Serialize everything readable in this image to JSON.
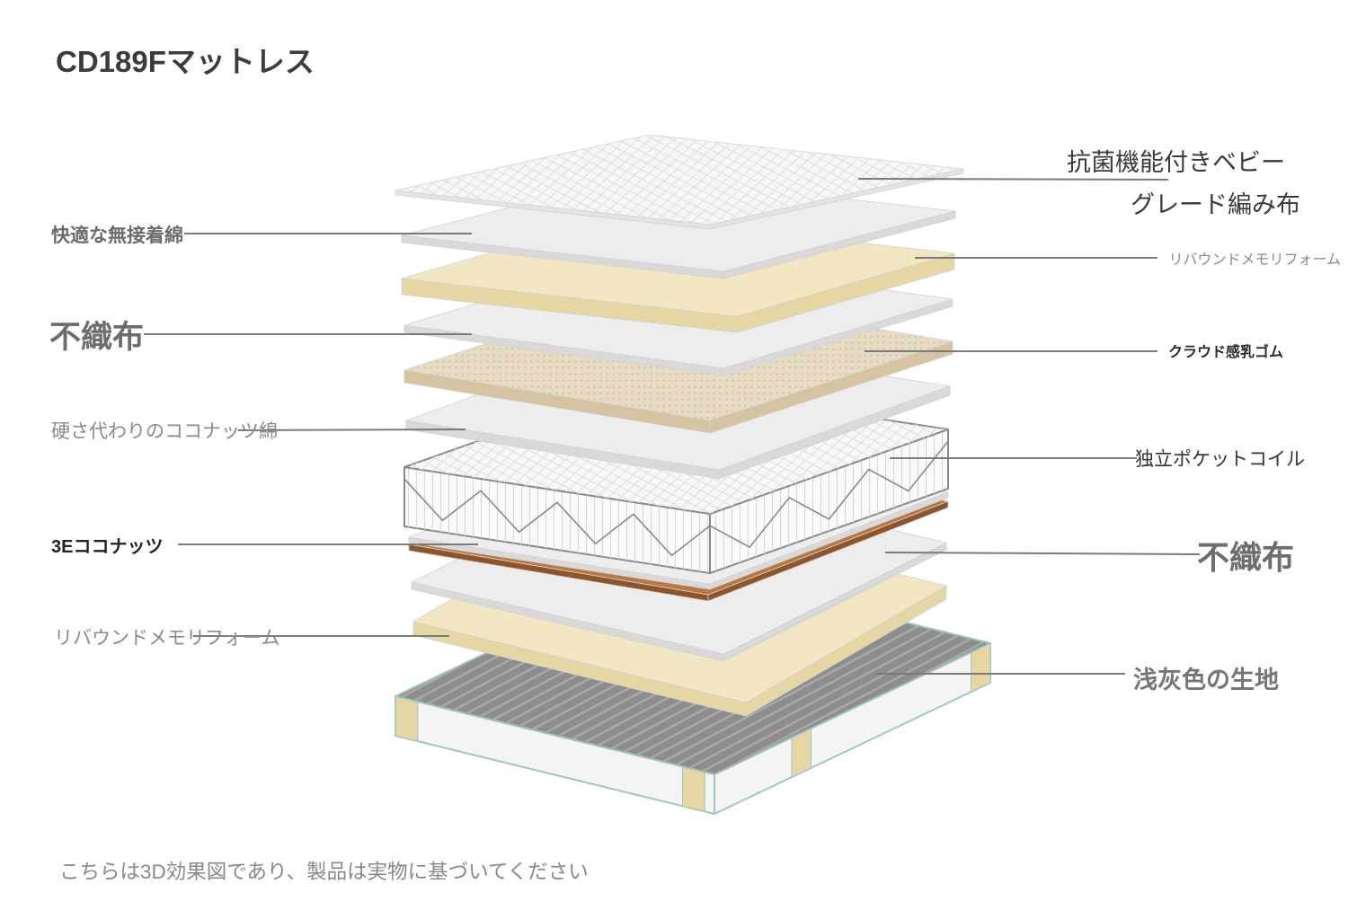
{
  "title": "CD189Fマットレス",
  "labels": {
    "left": [
      "快適な無接着綿",
      "不織布",
      "硬さ代わりのココナッツ綿",
      "3Eココナッツ",
      "リバウンドメモリフォーム"
    ],
    "right": [
      "抗菌機能付きベビー",
      "グレード編み布",
      "リバウンドメモリフォーム",
      "クラウド感乳ゴム",
      "独立ポケットコイル",
      "不織布",
      "浅灰色の生地"
    ]
  },
  "footer_note": "こちらは3D効果図であり、製品は実物に基づいてください",
  "colors": {
    "knit_top": "#f6f6f6",
    "knit_side": "#e3e3e3",
    "white_top": "#ededed",
    "white_side": "#d9d9d9",
    "foam_top": "#f2e7c2",
    "foam_side": "#e6d6a4",
    "latex_top": "#e8dbc4",
    "latex_side": "#d6c3a2",
    "coil_top": "#f7f7f7",
    "coil_side": "#fbfbfb",
    "coil_wire": "#8a8a8a",
    "coconut_top": "#b9783f",
    "coconut_side": "#8e552b",
    "base_top": "#8d8d8d",
    "base_side": "#f4f4f4",
    "base_rim": "#9ccabe",
    "leader_line": "#7a7a7a"
  }
}
